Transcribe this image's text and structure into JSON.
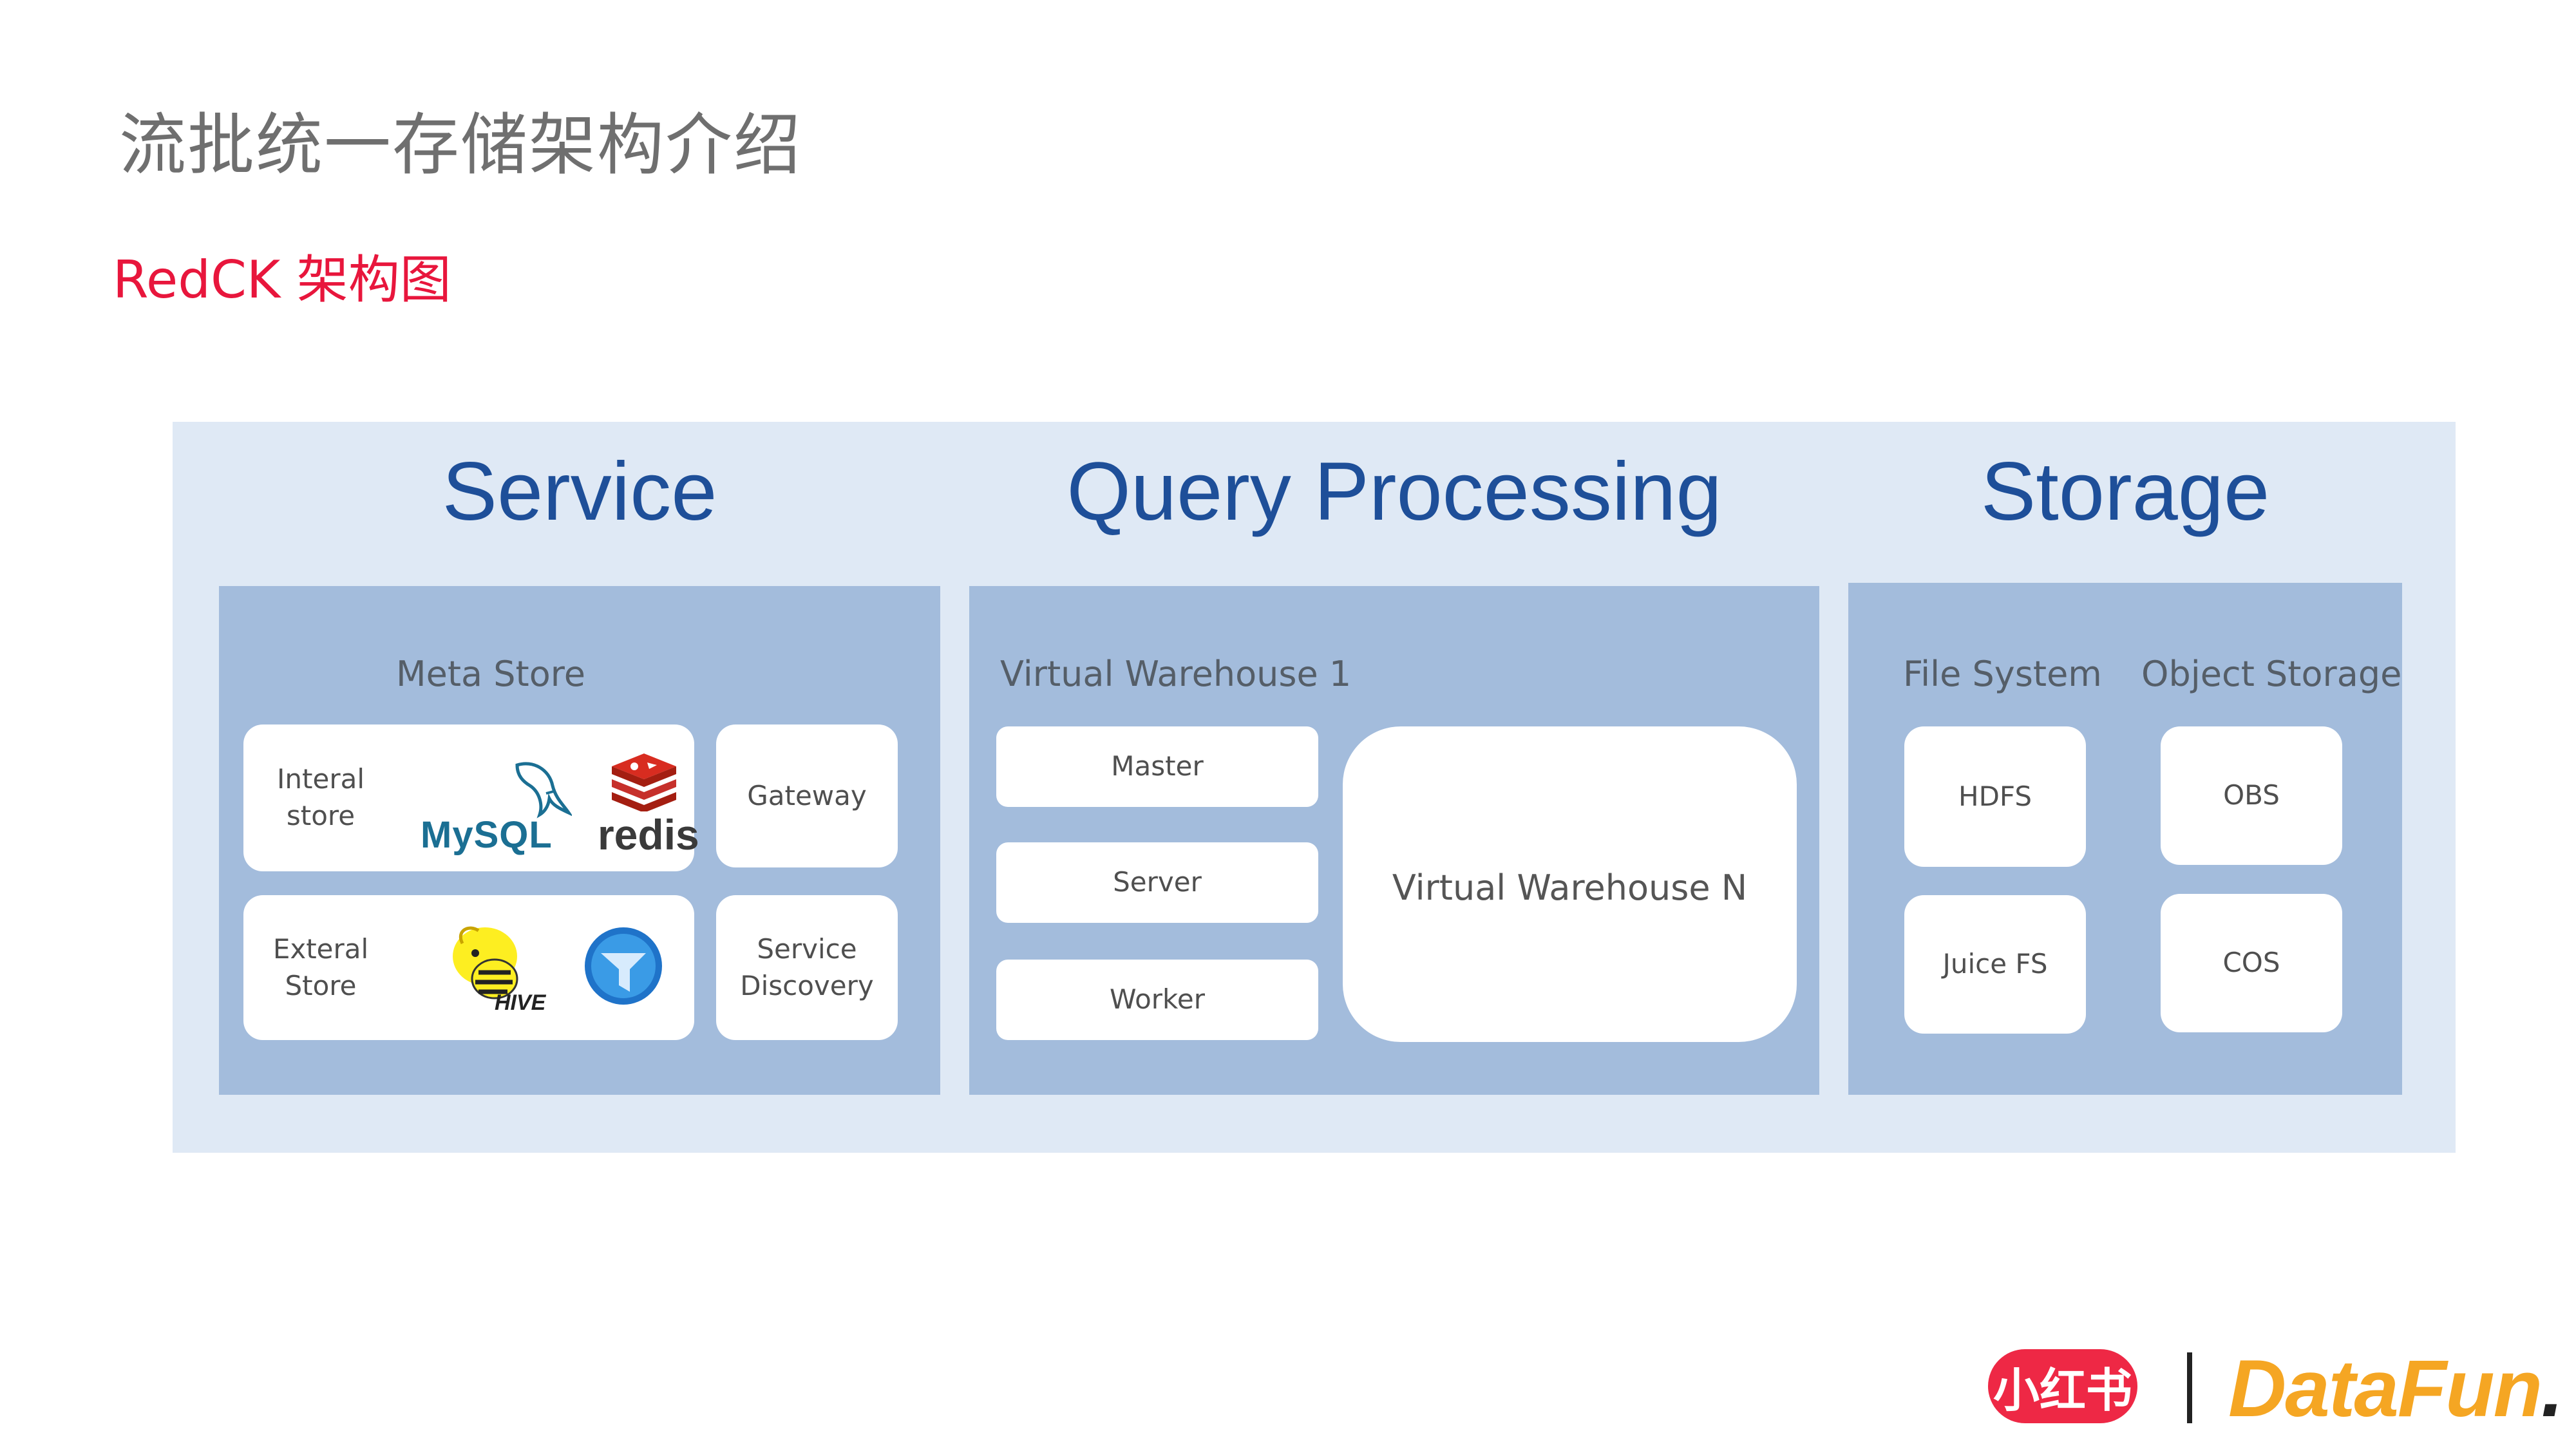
{
  "header": {
    "title": "流批统一存储架构介绍",
    "subtitle": "RedCK 架构图"
  },
  "columns": {
    "service": "Service",
    "query": "Query Processing",
    "storage": "Storage"
  },
  "service_panel": {
    "meta_store_label": "Meta Store",
    "internal_store_line1": "Interal",
    "internal_store_line2": "store",
    "external_store_line1": "Exteral",
    "external_store_line2": "Store",
    "gateway": "Gateway",
    "service_discovery_line1": "Service",
    "service_discovery_line2": "Discovery",
    "logos": {
      "mysql": "MySQL",
      "redis": "redis",
      "hive": "HIVE"
    }
  },
  "query_panel": {
    "warehouse_1_label": "Virtual  Warehouse  1",
    "master": "Master",
    "server": "Server",
    "worker": "Worker",
    "warehouse_n": "Virtual  Warehouse  N"
  },
  "storage_panel": {
    "file_system_label": "File  System",
    "object_storage_label": "Object  Storage",
    "hdfs": "HDFS",
    "juice_fs": "Juice  FS",
    "obs": "OBS",
    "cos": "COS"
  },
  "branding": {
    "xiaohongshu": "小红书",
    "datafun": "DataFun",
    "datafun_dot": "."
  },
  "colors": {
    "accent_red": "#e8163c",
    "title_blue": "#1e4f99",
    "outer_bg": "#dfe9f5",
    "panel_bg": "#a3bcdc"
  }
}
